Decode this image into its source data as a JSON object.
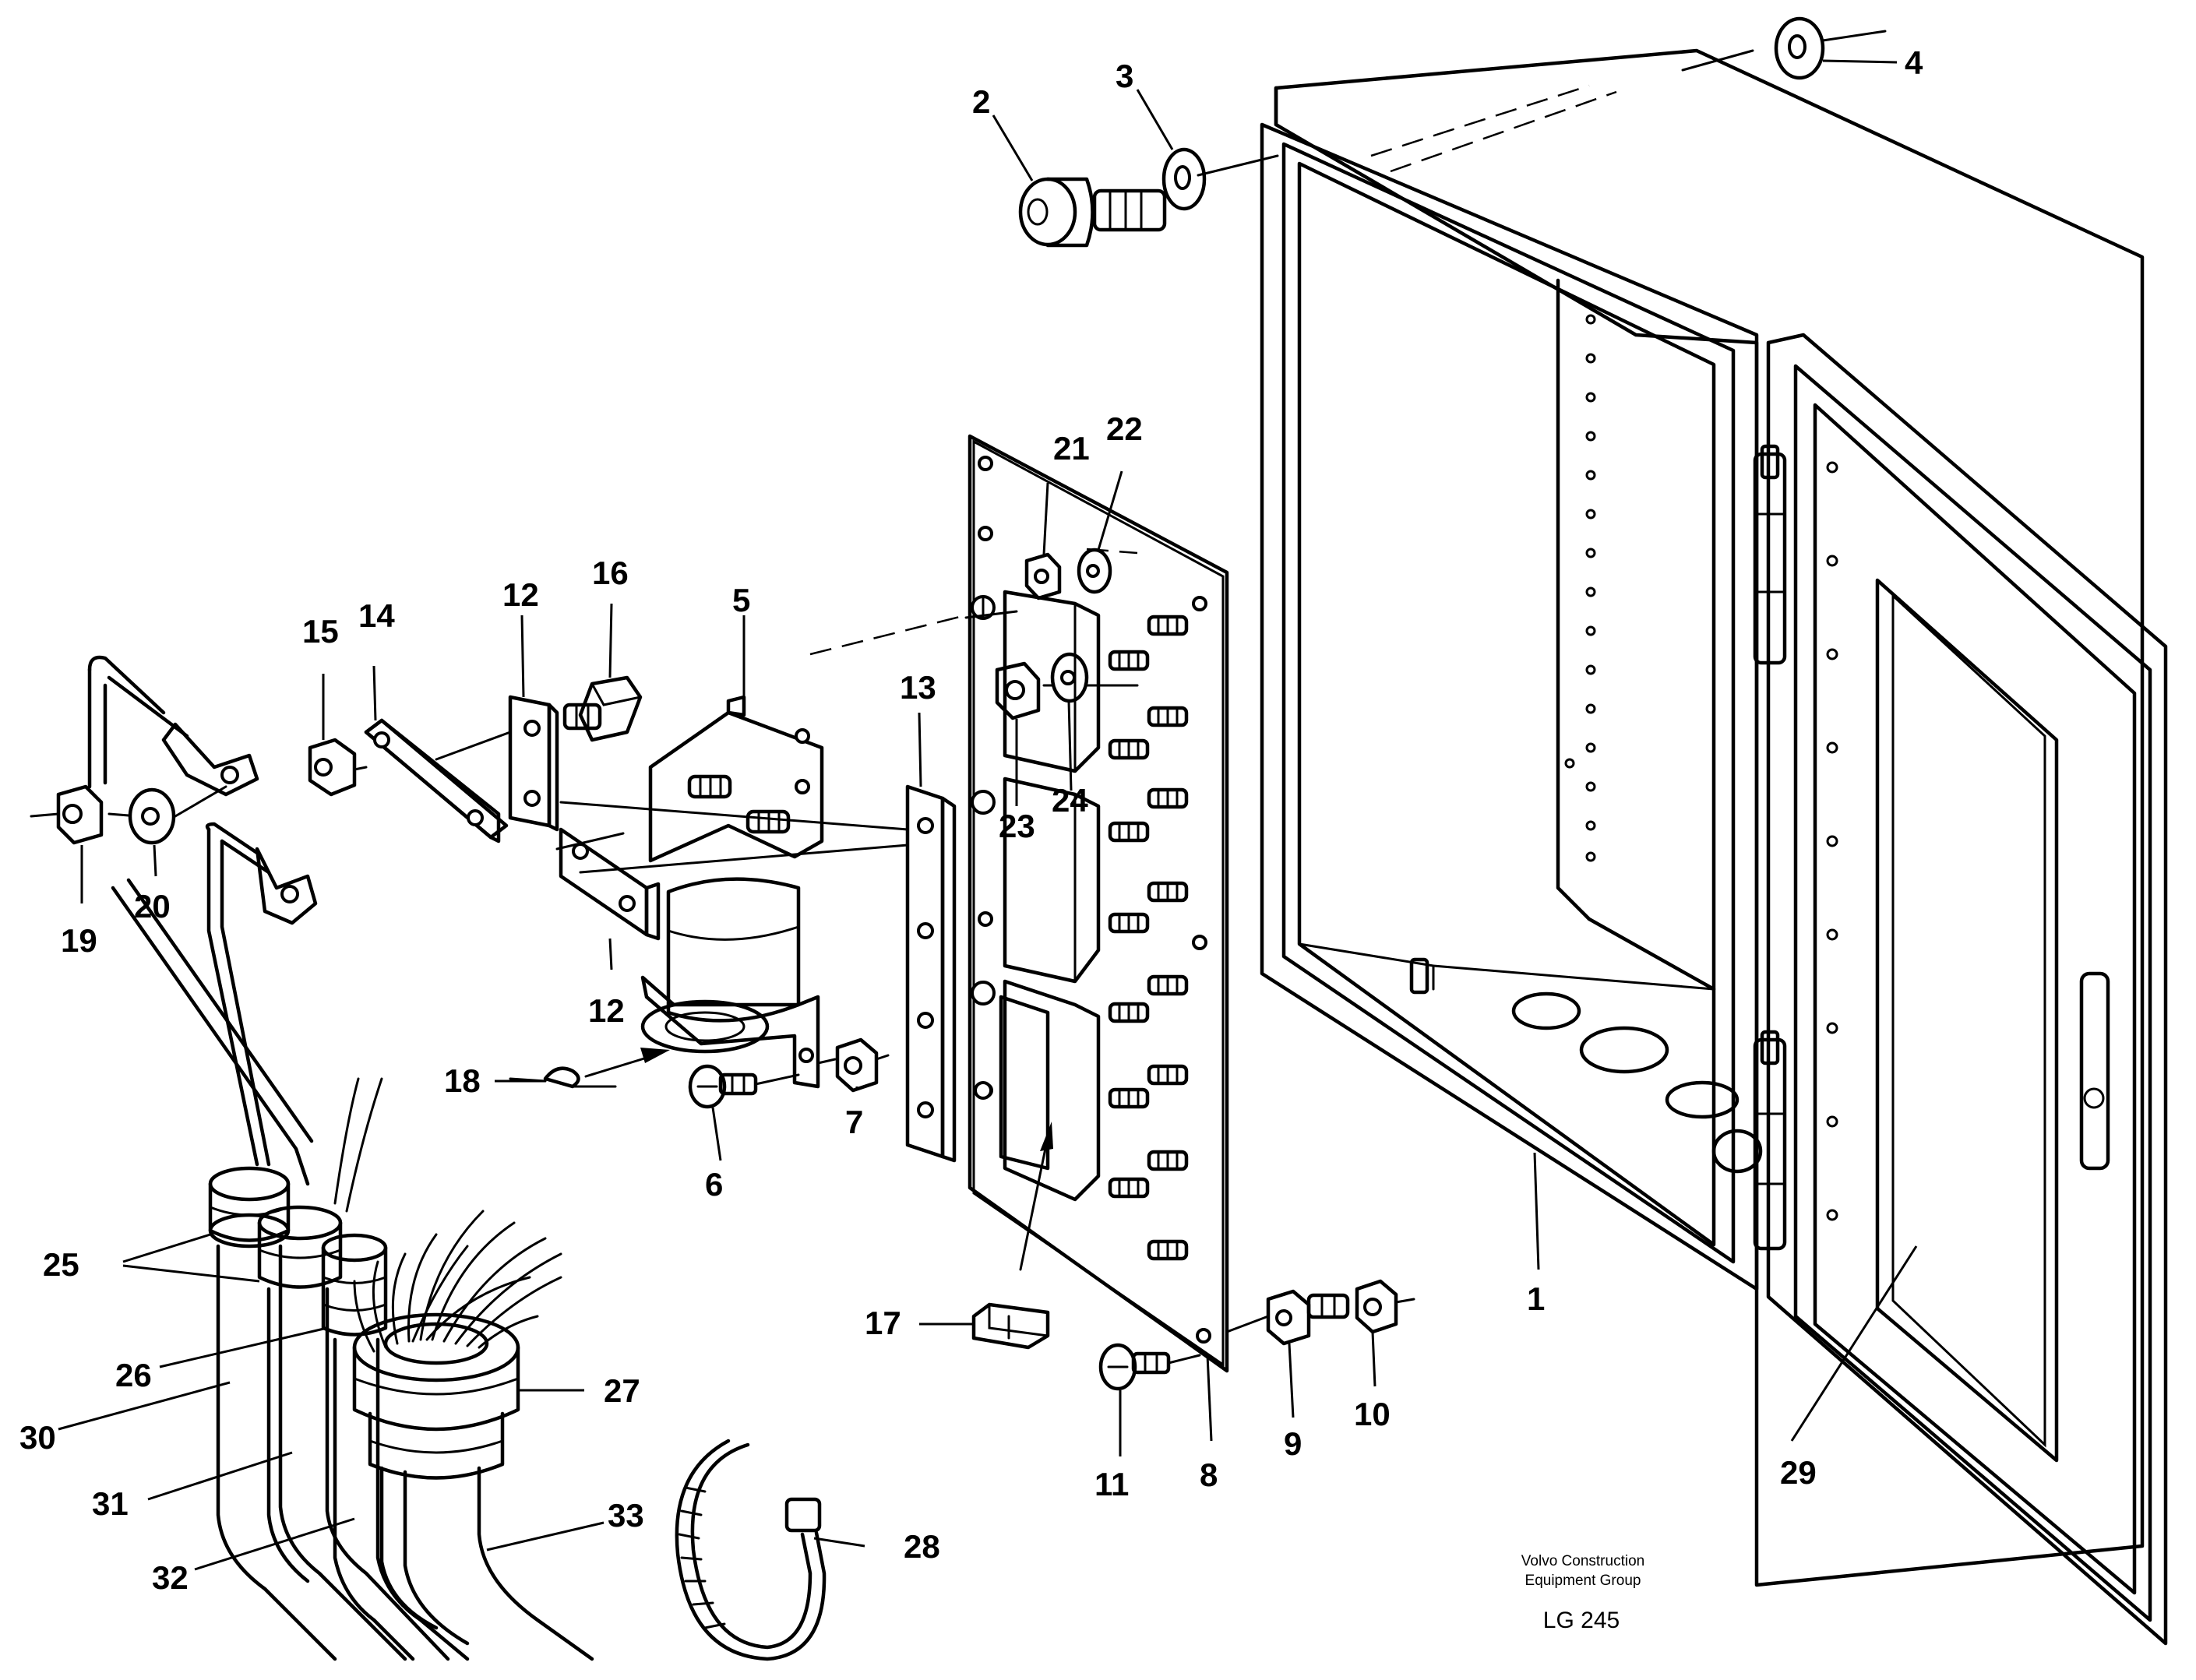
{
  "callouts": [
    "1",
    "2",
    "3",
    "4",
    "5",
    "6",
    "7",
    "8",
    "9",
    "10",
    "11",
    "12",
    "12",
    "13",
    "14",
    "15",
    "16",
    "17",
    "18",
    "19",
    "20",
    "21",
    "22",
    "23",
    "24",
    "25",
    "26",
    "27",
    "28",
    "29",
    "30",
    "31",
    "32",
    "33"
  ],
  "credit": {
    "line1": "Volvo Construction",
    "line2": "Equipment Group",
    "code": "LG 245"
  }
}
